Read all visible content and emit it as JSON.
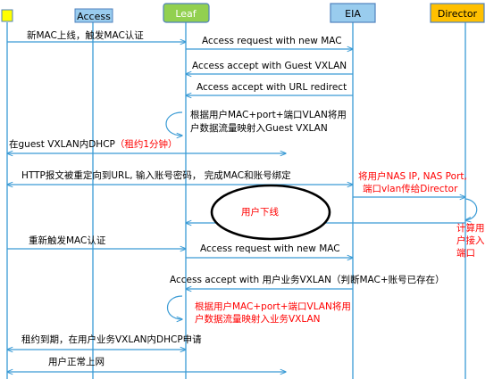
{
  "colors": {
    "lifeline": "#3a9bd5",
    "arrow": "#3a9bd5",
    "leaf_box_fill": "#92d050",
    "leaf_box_border": "#4f81bd",
    "eia_box_fill": "#99ccee",
    "director_box_fill": "#ffc000",
    "terminal_box_fill": "#ffff00",
    "access_box_fill": "#99ccee",
    "highlight_text": "#ff0000"
  },
  "actors": {
    "terminal": "",
    "access": "Access",
    "leaf": "Leaf",
    "eia": "EIA",
    "director": "Director"
  },
  "messages": {
    "m1": "新MAC上线，触发MAC认证",
    "m2": "Access request with new  MAC",
    "m3": "Access accept with  Guest VXLAN",
    "m4": "Access accept with  URL redirect",
    "m5_line1": "根据用户MAC+port+端口VLAN将用",
    "m5_line2": "户数据流量映射入Guest  VXLAN",
    "m6_main": "在guest VXLAN内DHCP",
    "m6_note": "（租约1分钟）",
    "m7": "HTTP报文被重定向到URL, 输入账号密码，  完成MAC和账号绑定",
    "m8_line1": "将用户NAS IP, NAS Port,",
    "m8_line2": "端口vlan传给Director",
    "m9": "用户下线",
    "m10_line1": "计算用",
    "m10_line2": "户接入",
    "m10_line3": "端口",
    "m11": "重新触发MAC认证",
    "m12": "Access request with new  MAC",
    "m13": "Access accept with 用户业务VXLAN（判断MAC+账号已存在）",
    "m14_line1": "根据用户MAC+port+端口VLAN将用",
    "m14_line2": "户数据流量映射入业务VXLAN",
    "m15": "租约到期，在用户业务VXLAN内DHCP申请",
    "m16": "用户正常上网"
  }
}
